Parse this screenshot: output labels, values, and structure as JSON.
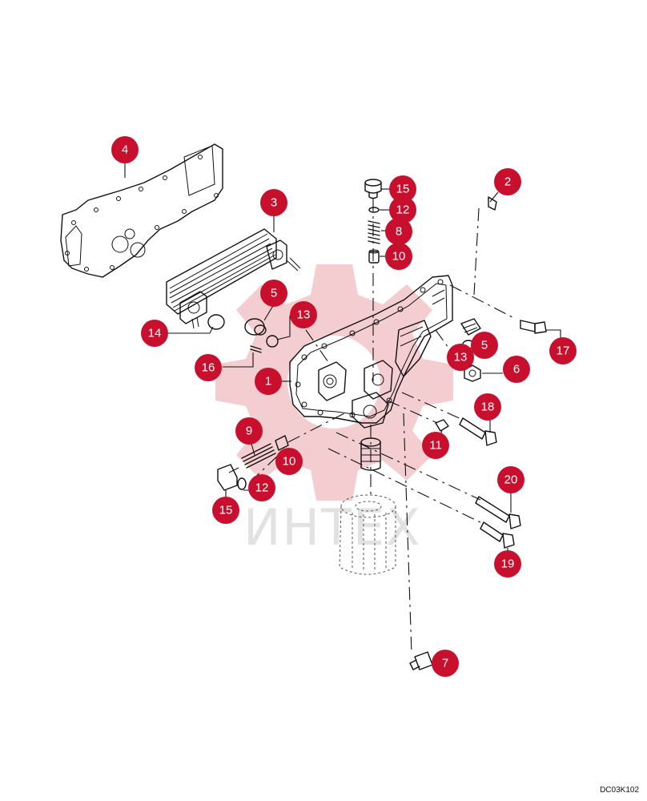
{
  "watermark": {
    "text": "ИНТЕХ",
    "gear_color": "#f3c8cc",
    "text_color": "#e2e2e2"
  },
  "callout_color": "#c8102e",
  "drawing_code": "DC03K102",
  "callouts": [
    {
      "id": "c4",
      "label": "4"
    },
    {
      "id": "c3",
      "label": "3"
    },
    {
      "id": "c15a",
      "label": "15"
    },
    {
      "id": "c12a",
      "label": "12"
    },
    {
      "id": "c8",
      "label": "8"
    },
    {
      "id": "c10a",
      "label": "10"
    },
    {
      "id": "c2",
      "label": "2"
    },
    {
      "id": "c5a",
      "label": "5"
    },
    {
      "id": "c13a",
      "label": "13"
    },
    {
      "id": "c14",
      "label": "14"
    },
    {
      "id": "c16",
      "label": "16"
    },
    {
      "id": "c1",
      "label": "1"
    },
    {
      "id": "c17",
      "label": "17"
    },
    {
      "id": "c5b",
      "label": "5"
    },
    {
      "id": "c13b",
      "label": "13"
    },
    {
      "id": "c6",
      "label": "6"
    },
    {
      "id": "c18",
      "label": "18"
    },
    {
      "id": "c9",
      "label": "9"
    },
    {
      "id": "c11",
      "label": "11"
    },
    {
      "id": "c10b",
      "label": "10"
    },
    {
      "id": "c12b",
      "label": "12"
    },
    {
      "id": "c15b",
      "label": "15"
    },
    {
      "id": "c20",
      "label": "20"
    },
    {
      "id": "c19",
      "label": "19"
    },
    {
      "id": "c7",
      "label": "7"
    }
  ]
}
